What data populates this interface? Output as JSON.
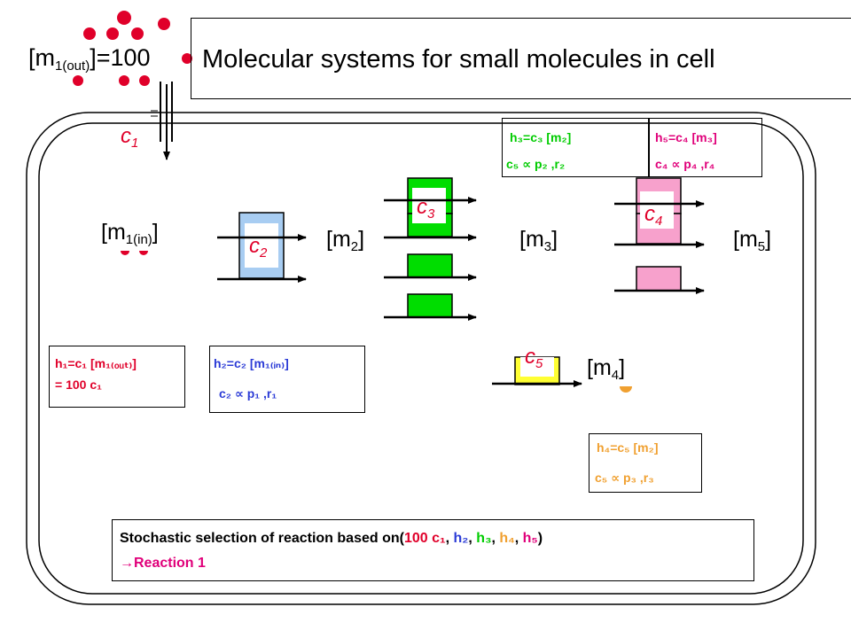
{
  "title": "Molecular systems for small molecules in cell",
  "colors": {
    "red": "#e0002a",
    "green": "#00dd00",
    "blue": "#2b3bd6",
    "light_blue": "#a8cdf2",
    "pink": "#f7a1cc",
    "yellow": "#ffff33",
    "orange": "#f0a030",
    "magenta": "#e0007a"
  },
  "outside": {
    "concentration_label": "[m",
    "concentration_sub": "1(out)",
    "concentration_value": "]=100"
  },
  "species": {
    "m1_in": {
      "label": "[m",
      "sub": "1(in)",
      "close": "]"
    },
    "m2": {
      "label": "[m",
      "sub": "2",
      "close": "]"
    },
    "m3": {
      "label": "[m",
      "sub": "3",
      "close": "]"
    },
    "m4": {
      "label": "[m",
      "sub": "4",
      "close": "]"
    },
    "m5": {
      "label": "[m",
      "sub": "5",
      "close": "]"
    }
  },
  "enzymes": {
    "c1": {
      "letter": "c",
      "sub": "1"
    },
    "c2": {
      "letter": "c",
      "sub": "2"
    },
    "c3": {
      "letter": "c",
      "sub": "3"
    },
    "c4": {
      "letter": "c",
      "sub": "4"
    },
    "c5": {
      "letter": "c",
      "sub": "5"
    }
  },
  "equations": {
    "h1": {
      "line1": "h₁=c₁ [m₁₍ₒᵤₜ₎]",
      "line2": "= 100 c₁",
      "color": "#e0002a"
    },
    "h2": {
      "line1": "h₂=c₂ [m₁₍ᵢₙ₎]",
      "line2": "c₂ ∝ p₁ ,r₁",
      "color": "#2b3bd6"
    },
    "h3": {
      "line1": "h₃=c₃ [m₂]",
      "line2": "c₅ ∝ p₂ ,r₂",
      "color": "#00cc00"
    },
    "h4": {
      "line1": "h₄=c₅ [m₂]",
      "line2": "c₅ ∝ p₃ ,r₃",
      "color": "#f0a030"
    },
    "h5": {
      "line1": "h₅=c₄ [m₃]",
      "line2": "c₄ ∝ p₄ ,r₄",
      "color": "#e0007a"
    }
  },
  "summary": {
    "line1_prefix": "Stochastic selection of reaction based on(",
    "term1": "100 c₁",
    "term2": "h₂",
    "term3": "h₃",
    "term4": "h₄",
    "term5": "h₅",
    "line1_suffix": ")",
    "arrow": "→",
    "line2": "Reaction 1"
  }
}
